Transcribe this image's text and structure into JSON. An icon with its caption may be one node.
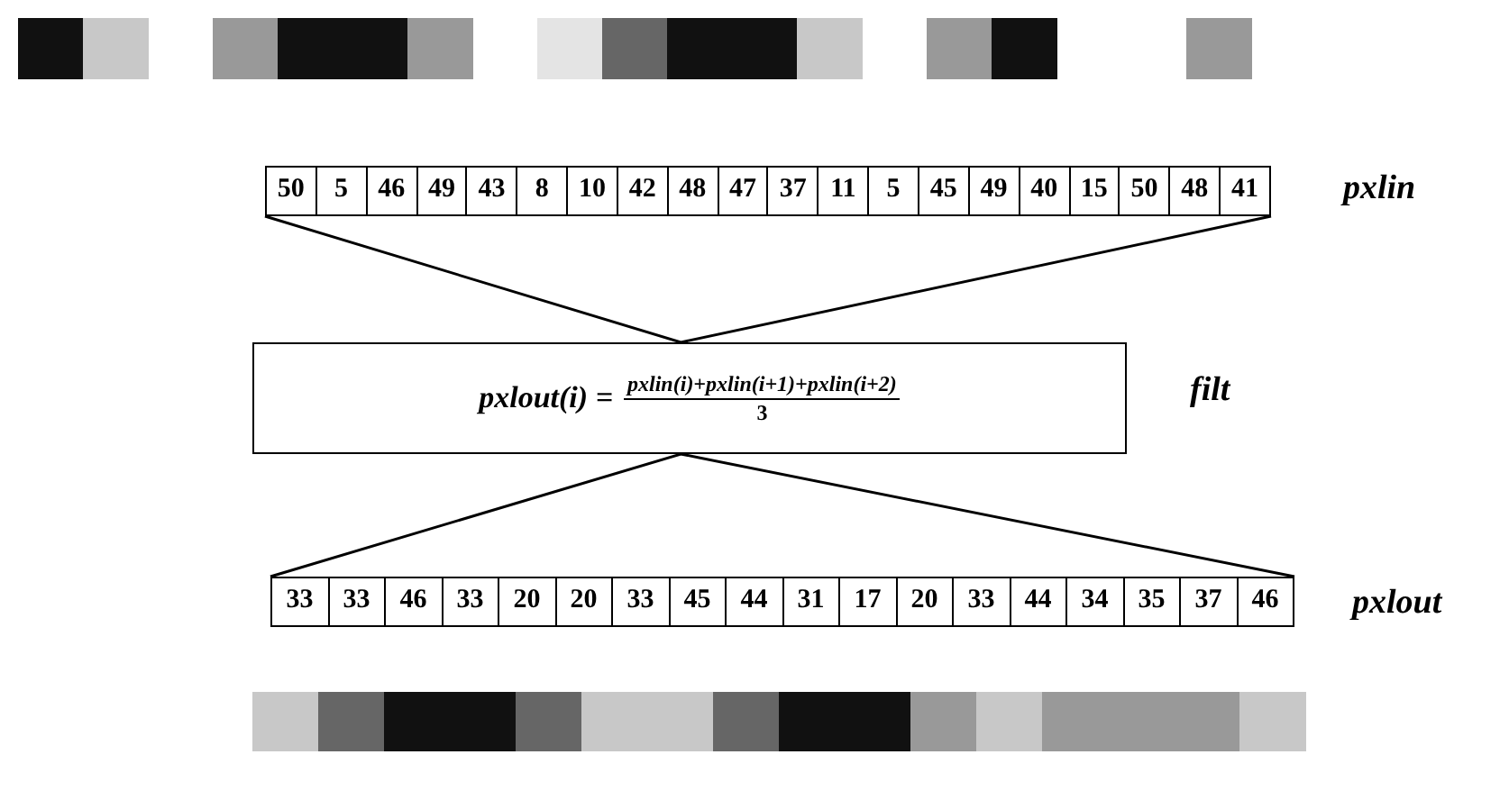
{
  "diagram": {
    "nodes": [
      {
        "text": [
          "50",
          "5",
          "46",
          "49",
          "43",
          "8",
          "10",
          "42",
          "48",
          "47",
          "37",
          "11",
          "5",
          "45",
          "49",
          "40",
          "15",
          "50",
          "48",
          "41"
        ],
        "beside": [
          "pxlin"
        ]
      },
      {
        "text": [
          "pxlout(i) =",
          "pxlin(i)+pxlin(i+1)+pxlin(i+2)",
          "3"
        ],
        "beside": [
          "filt"
        ]
      },
      {
        "text": [
          "33",
          "33",
          "46",
          "33",
          "20",
          "20",
          "33",
          "45",
          "44",
          "31",
          "17",
          "20",
          "33",
          "44",
          "34",
          "35",
          "37",
          "46"
        ],
        "beside": [
          "pxlout"
        ]
      }
    ],
    "edges": [
      {
        "from": 0,
        "to": 1,
        "arrow": "none"
      },
      {
        "from": 1,
        "to": 2,
        "arrow": "none"
      }
    ]
  }
}
